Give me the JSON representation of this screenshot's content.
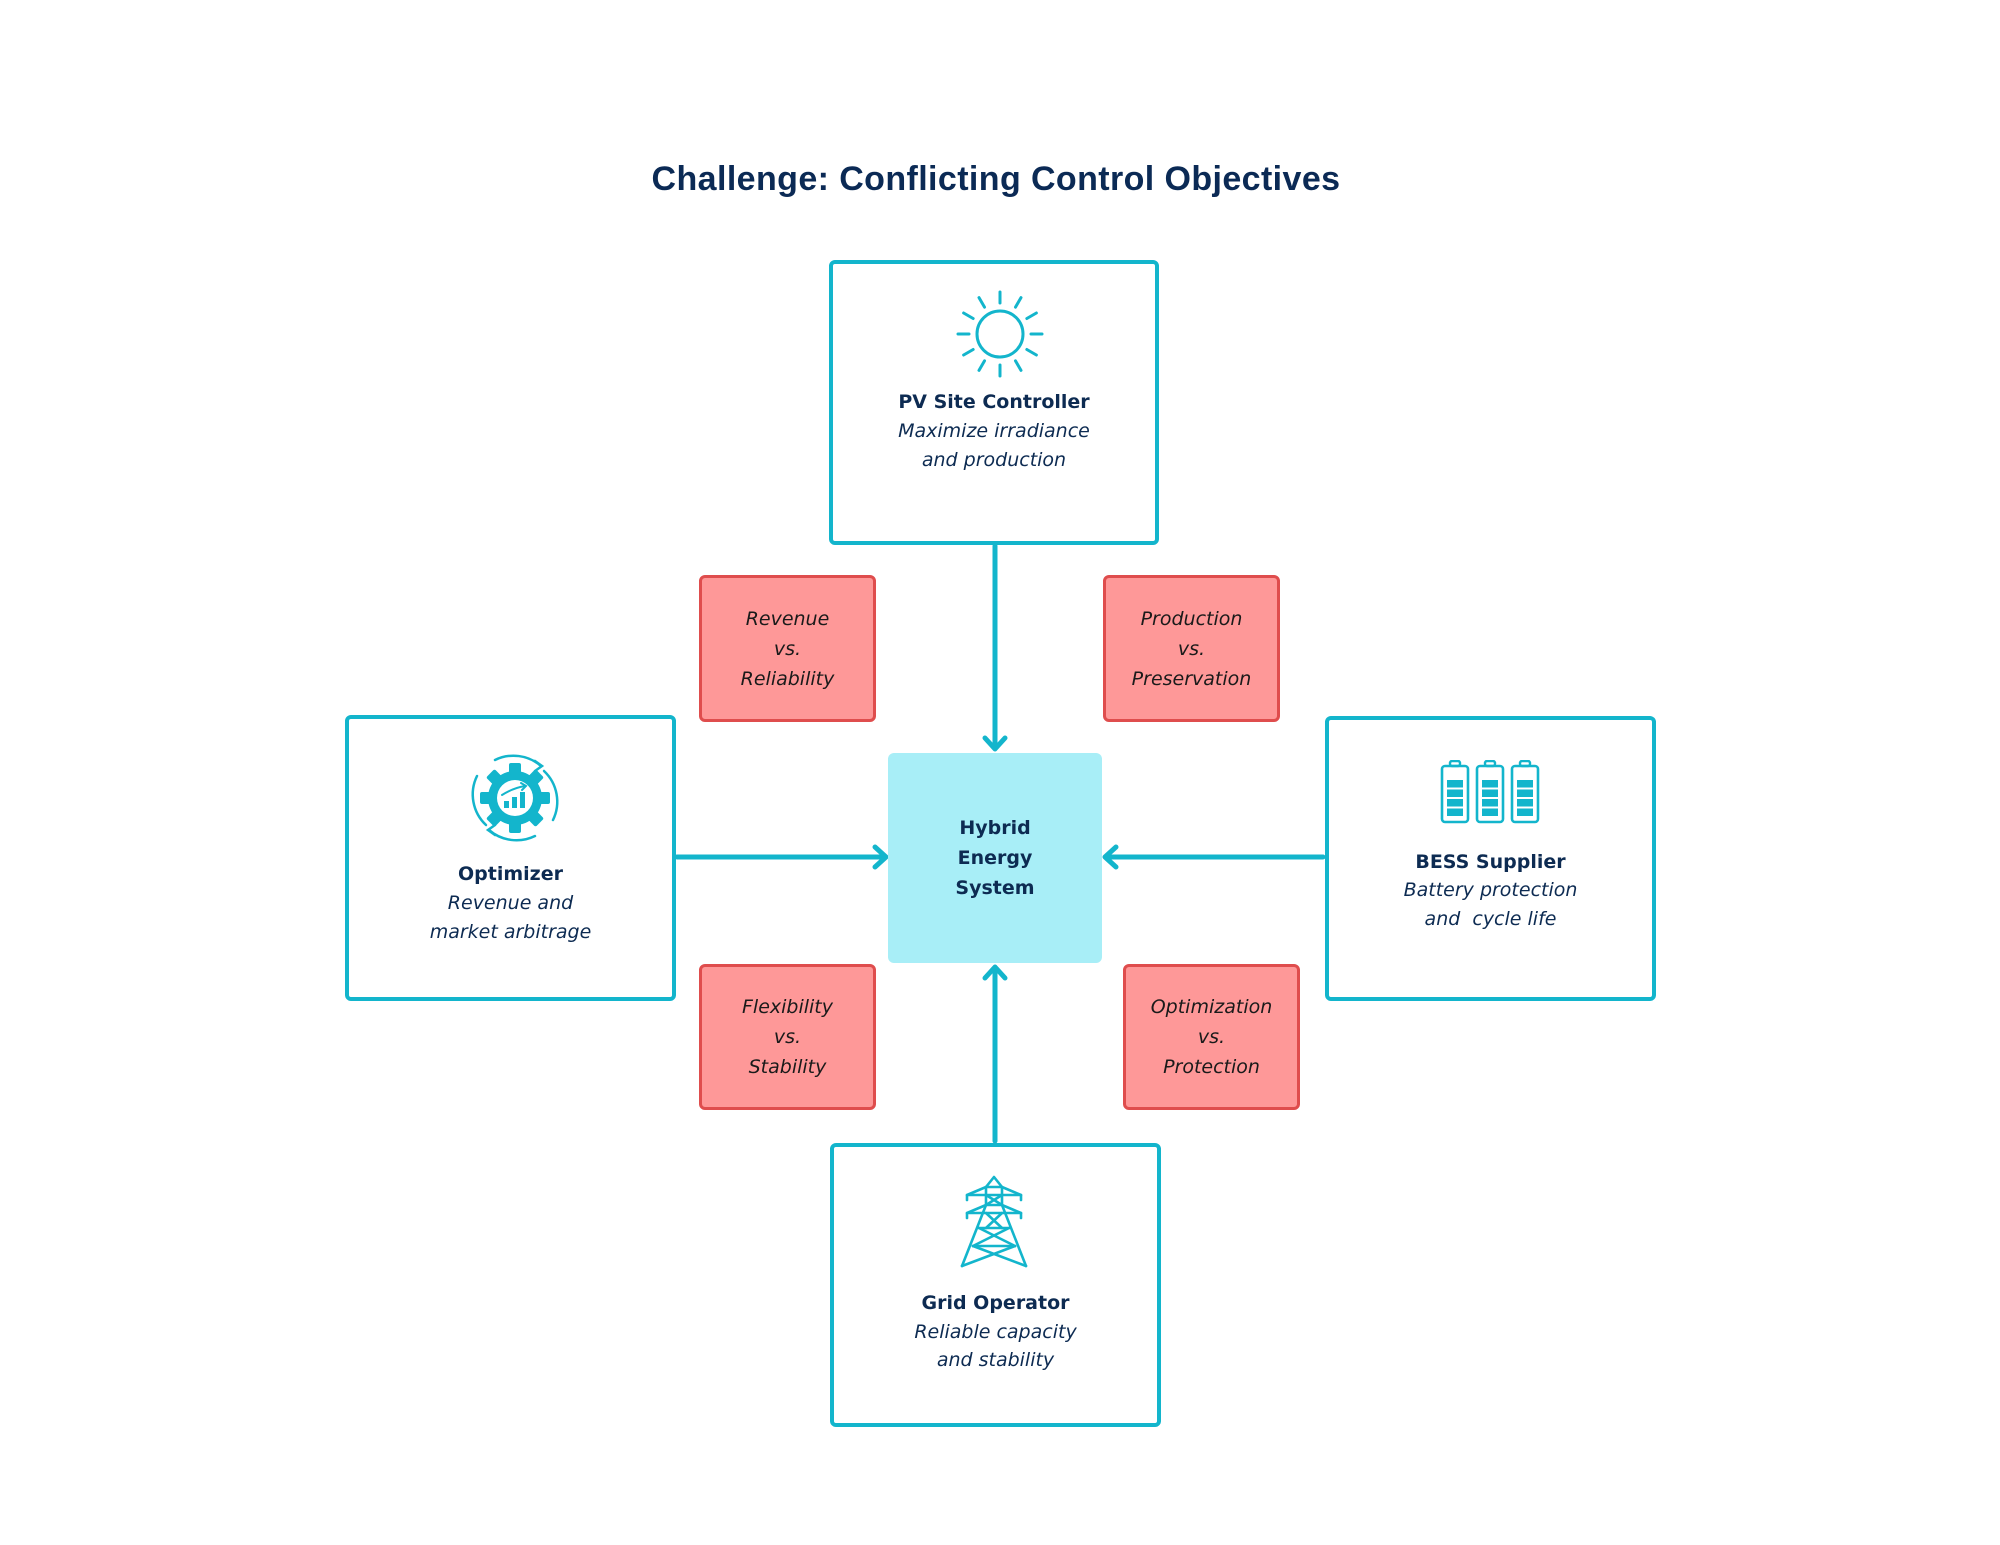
{
  "title": "Challenge: Conflicting Control Objectives",
  "colors": {
    "title": "#0b2a55",
    "text": "#0d2b52",
    "accent": "#13b5cc",
    "hub_fill": "#a8eef7",
    "conflict_fill": "#fe9898",
    "conflict_border": "#df4d4d"
  },
  "hub": {
    "lines": [
      "Hybrid",
      "Energy",
      "System"
    ]
  },
  "stakeholders": {
    "pv": {
      "icon": "sun-icon",
      "name": "PV Site Controller",
      "desc": [
        "Maximize irradiance",
        "and production"
      ],
      "arrow": "down-to-hub"
    },
    "optimizer": {
      "icon": "gear-chart-icon",
      "name": "Optimizer",
      "desc": [
        "Revenue and",
        "market arbitrage"
      ],
      "arrow": "right-to-hub"
    },
    "bess": {
      "icon": "battery-icon",
      "name": "BESS Supplier",
      "desc": [
        "Battery protection",
        "and  cycle life"
      ],
      "arrow": "left-to-hub"
    },
    "grid": {
      "icon": "transmission-tower-icon",
      "name": "Grid Operator",
      "desc": [
        "Reliable capacity",
        "and stability"
      ],
      "arrow": "up-to-hub"
    }
  },
  "conflicts": {
    "top_left": [
      "Revenue",
      "vs.",
      "Reliability"
    ],
    "top_right": [
      "Production",
      "vs.",
      "Preservation"
    ],
    "bottom_left": [
      "Flexibility",
      "vs.",
      "Stability"
    ],
    "bottom_right": [
      "Optimization",
      "vs.",
      "Protection"
    ]
  }
}
